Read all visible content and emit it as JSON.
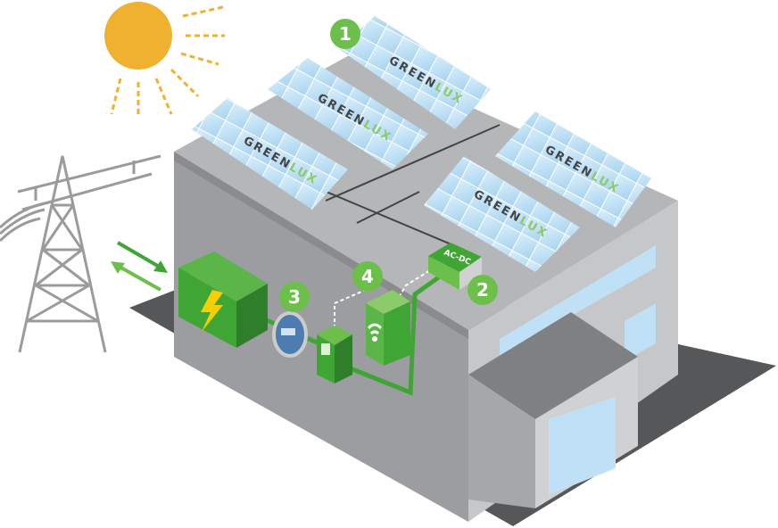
{
  "panel_brand": {
    "word1": "GREEN",
    "word2": "LUX"
  },
  "inverter_label": "AC-DC",
  "markers": [
    "1",
    "2",
    "3",
    "4"
  ],
  "colors": {
    "sun": "#f0b030",
    "green": "#3fa535",
    "marker_green": "#6cbf4a",
    "ground": "#555759",
    "panel_blue": "#bfe0f5"
  },
  "icons": [
    "sun-icon",
    "power-tower-icon",
    "lightning-bolt-icon",
    "wifi-icon",
    "meter-icon",
    "flow-arrows-icon"
  ]
}
